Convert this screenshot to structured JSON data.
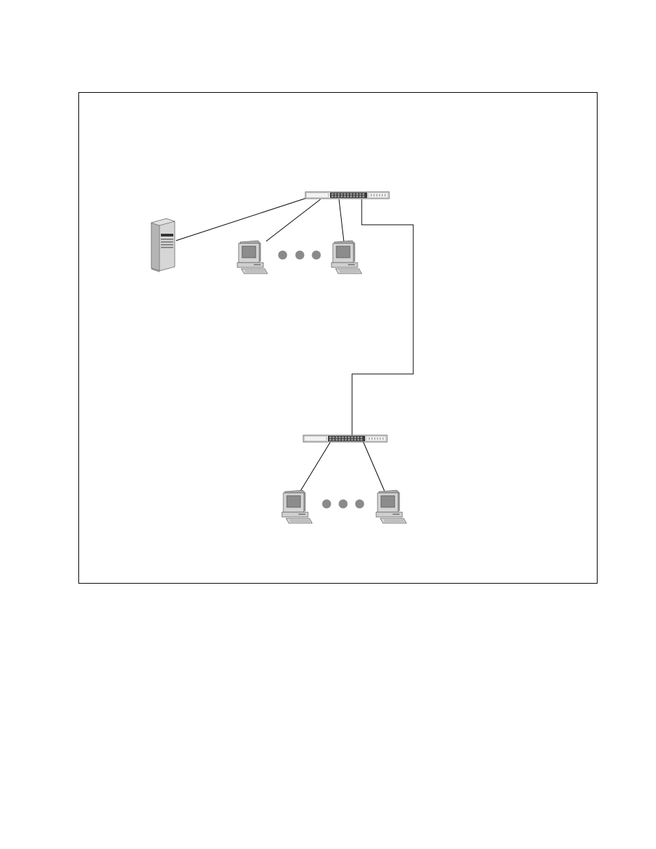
{
  "diagram": {
    "type": "network-topology",
    "nodes": [
      {
        "id": "switch-top",
        "kind": "switch-icon"
      },
      {
        "id": "switch-bottom",
        "kind": "switch-icon"
      },
      {
        "id": "server",
        "kind": "tower-server-icon"
      },
      {
        "id": "pc-top-left",
        "kind": "desktop-computer-icon"
      },
      {
        "id": "pc-top-right",
        "kind": "desktop-computer-icon"
      },
      {
        "id": "pc-bottom-left",
        "kind": "desktop-computer-icon"
      },
      {
        "id": "pc-bottom-right",
        "kind": "desktop-computer-icon"
      }
    ],
    "links": [
      [
        "server",
        "switch-top"
      ],
      [
        "pc-top-left",
        "switch-top"
      ],
      [
        "pc-top-right",
        "switch-top"
      ],
      [
        "switch-top",
        "switch-bottom"
      ],
      [
        "pc-bottom-left",
        "switch-bottom"
      ],
      [
        "pc-bottom-right",
        "switch-bottom"
      ]
    ],
    "ellipses": [
      "top-row",
      "bottom-row"
    ]
  },
  "colors": {
    "line": "#000000",
    "device_gray": "#c8c8c8",
    "screen_gray": "#8c8c8c",
    "dot_gray": "#8a8a8a",
    "port_dark": "#2a2a2a"
  }
}
